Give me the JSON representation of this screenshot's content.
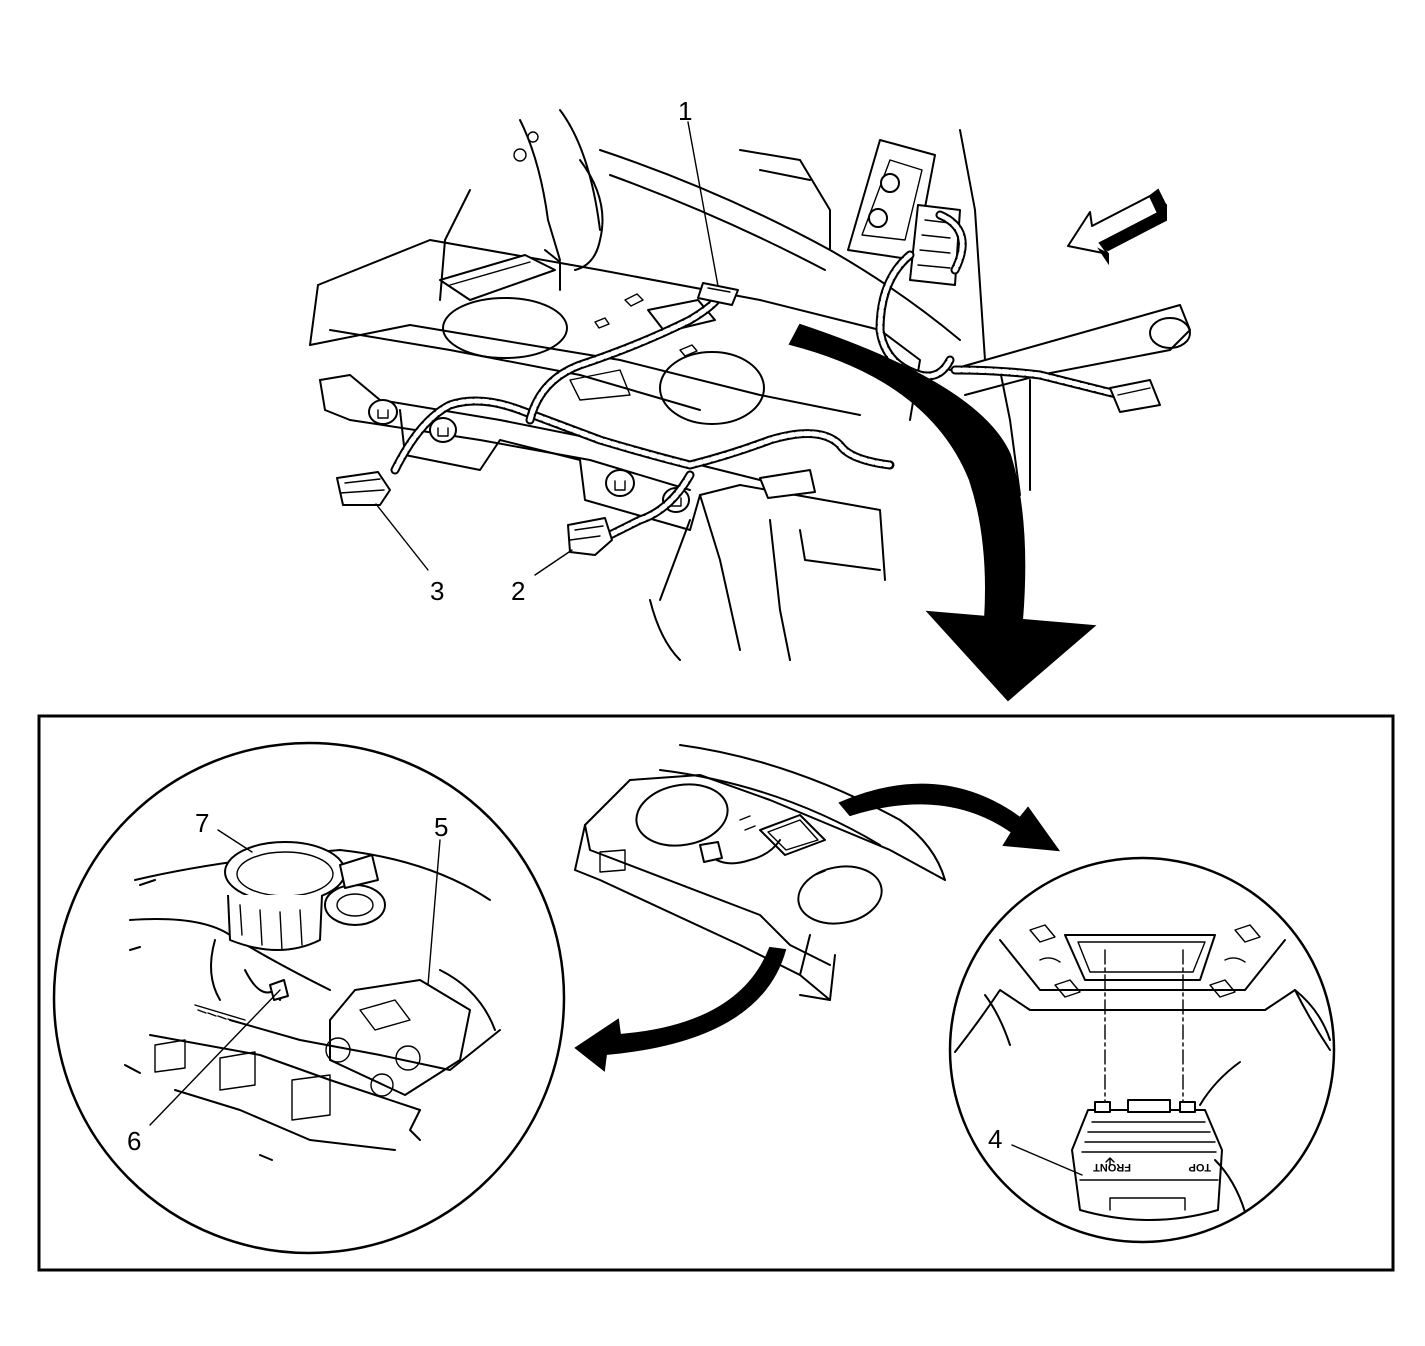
{
  "callouts": [
    {
      "id": "1",
      "label": "1"
    },
    {
      "id": "2",
      "label": "2"
    },
    {
      "id": "3",
      "label": "3"
    },
    {
      "id": "4",
      "label": "4"
    },
    {
      "id": "5",
      "label": "5"
    },
    {
      "id": "6",
      "label": "6"
    },
    {
      "id": "7",
      "label": "7"
    }
  ],
  "module_text": {
    "front": "FRONT",
    "top": "TOP"
  },
  "colors": {
    "line": "#000000",
    "background": "#ffffff"
  },
  "icons": [
    "direction-arrow-icon",
    "flow-arrow-icon",
    "curved-arrow-icon"
  ]
}
